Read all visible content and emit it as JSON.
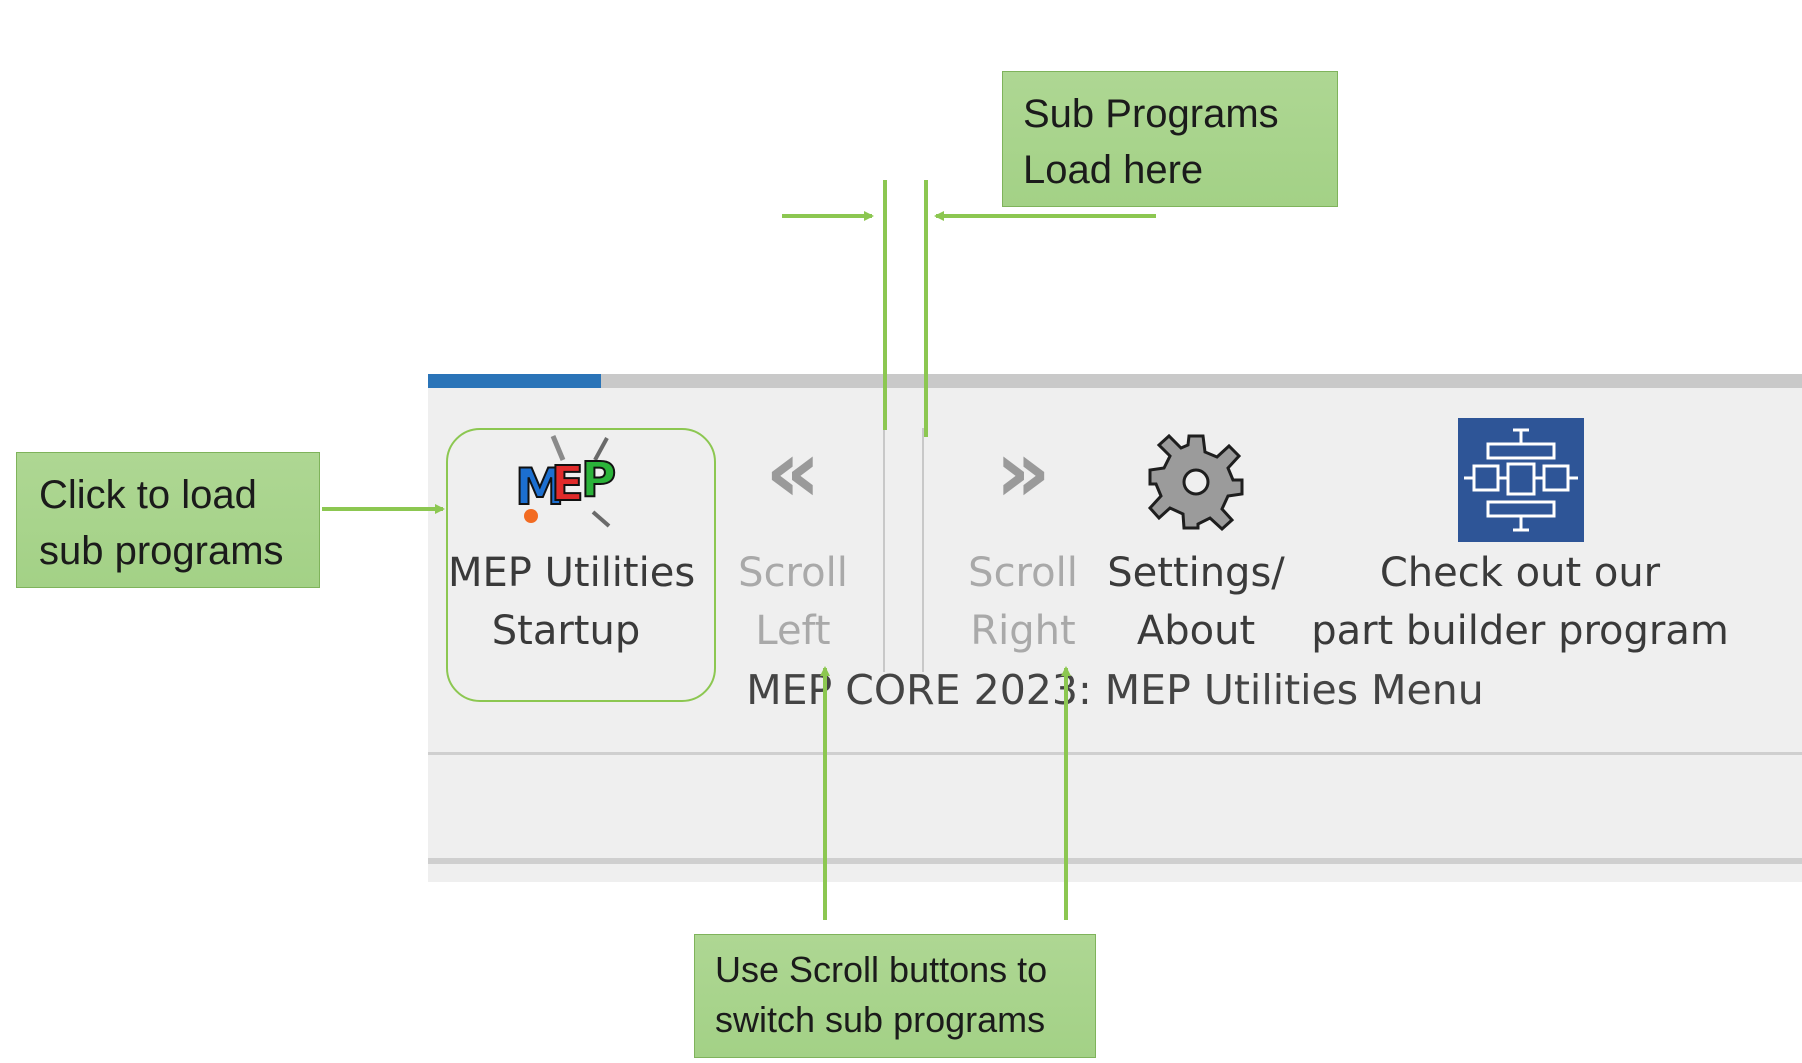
{
  "ribbon": {
    "group_label": "MEP CORE 2023: MEP Utilities Menu",
    "buttons": [
      {
        "line1": "MEP Utilities",
        "line2": "Startup",
        "icon": "mep-logo-icon",
        "enabled": true
      },
      {
        "line1": "Scroll",
        "line2": "Left",
        "icon": "double-chevron-left-icon",
        "enabled": false
      },
      {
        "line1": "Scroll",
        "line2": "Right",
        "icon": "double-chevron-right-icon",
        "enabled": false
      },
      {
        "line1": "Settings/",
        "line2": "About",
        "icon": "gear-icon",
        "enabled": true
      },
      {
        "line1": "Check out our",
        "line2": "part builder program",
        "icon": "part-builder-icon",
        "enabled": true
      }
    ],
    "mep_logo_text": "MEP",
    "glyphs": {
      "scroll_left": "«",
      "scroll_right": "»"
    }
  },
  "callouts": {
    "subprograms": {
      "line1": "Sub Programs",
      "line2": "Load here"
    },
    "load": {
      "line1": "Click to load",
      "line2": "sub programs"
    },
    "scroll": {
      "line1": "Use Scroll buttons to",
      "line2": "switch sub programs"
    }
  },
  "colors": {
    "accent_blue": "#2a74b8",
    "annotation_green": "#8cc751",
    "callout_fill": "#a9d18e",
    "part_builder_tile": "#2e5597"
  }
}
